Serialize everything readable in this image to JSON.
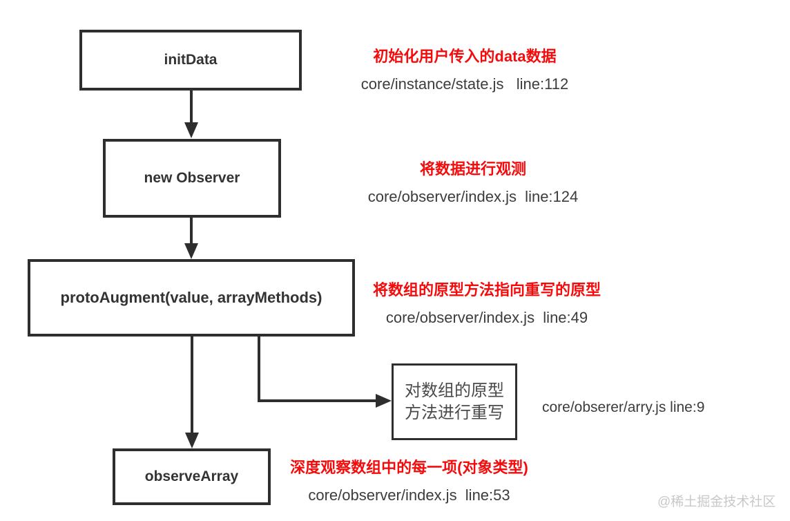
{
  "colors": {
    "box_border": "#2e2e2e",
    "box_text": "#333333",
    "annotation_red": "#f40b0b",
    "path_text": "#3c3c3c",
    "watermark": "#c8c8c8",
    "background": "#ffffff"
  },
  "nodes": {
    "init_data": {
      "label": "initData"
    },
    "new_observer": {
      "label": "new Observer"
    },
    "proto_augment": {
      "label": "protoAugment(value, arrayMethods)"
    },
    "rewrite": {
      "label_line1": "对数组的原型",
      "label_line2": "方法进行重写"
    },
    "observe_array": {
      "label": "observeArray"
    }
  },
  "annotations": {
    "init_data": {
      "title": "初始化用户传入的data数据",
      "path": "core/instance/state.js   line:112"
    },
    "new_observer": {
      "title": "将数据进行观测",
      "path": "core/observer/index.js  line:124"
    },
    "proto_augment": {
      "title": "将数组的原型方法指向重写的原型",
      "path": "core/observer/index.js  line:49"
    },
    "rewrite": {
      "path": "core/obserer/arry.js line:9"
    },
    "observe_array": {
      "title": "深度观察数组中的每一项(对象类型)",
      "path": "core/observer/index.js  line:53"
    }
  },
  "watermark": "@稀土掘金技术社区"
}
